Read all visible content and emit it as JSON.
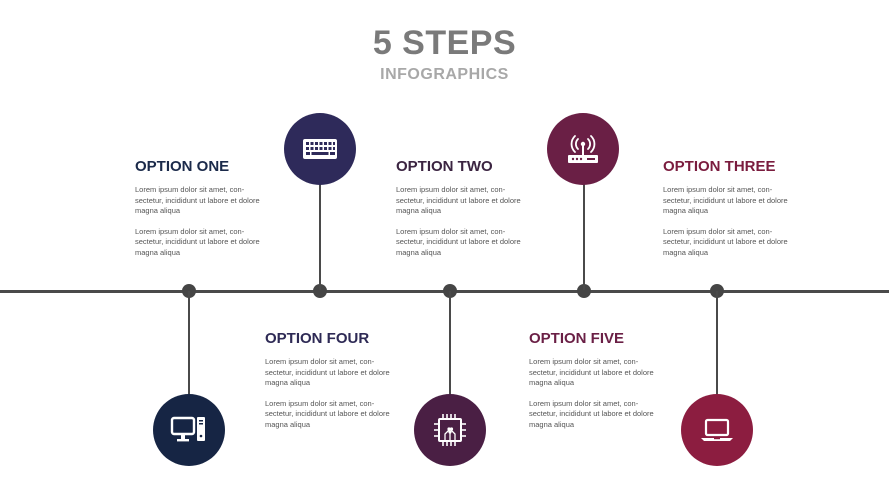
{
  "header": {
    "title": "5 STEPS",
    "subtitle": "INFOGRAPHICS"
  },
  "options": [
    {
      "title": "OPTION ONE",
      "color": "#1b2a4a",
      "para1": "Lorem ipsum dolor sit amet, con-sectetur, incididunt ut labore et dolore magna aliqua",
      "para2": "Lorem ipsum dolor sit amet, con-sectetur, incididunt ut labore et dolore magna aliqua"
    },
    {
      "title": "OPTION TWO",
      "color": "#3b2441",
      "para1": "Lorem ipsum dolor sit amet, con-sectetur, incididunt ut labore et dolore magna aliqua",
      "para2": "Lorem ipsum dolor sit amet, con-sectetur, incididunt ut labore et dolore magna aliqua"
    },
    {
      "title": "OPTION THREE",
      "color": "#7a1c3e",
      "para1": "Lorem ipsum dolor sit amet, con-sectetur, incididunt ut labore et dolore magna aliqua",
      "para2": "Lorem ipsum dolor sit amet, con-sectetur, incididunt ut labore et dolore magna aliqua"
    },
    {
      "title": "OPTION FOUR",
      "color": "#2e2a55",
      "para1": "Lorem ipsum dolor sit amet, con-sectetur, incididunt ut labore et dolore magna aliqua",
      "para2": "Lorem ipsum dolor sit amet, con-sectetur, incididunt ut labore et dolore magna aliqua"
    },
    {
      "title": "OPTION FIVE",
      "color": "#6a1f45",
      "para1": "Lorem ipsum dolor sit amet, con-sectetur, incididunt ut labore et dolore magna aliqua",
      "para2": "Lorem ipsum dolor sit amet, con-sectetur, incididunt ut labore et dolore magna aliqua"
    }
  ],
  "icons": [
    {
      "name": "desktop-computer-icon",
      "color": "#162544"
    },
    {
      "name": "keyboard-icon",
      "color": "#2e2a5a"
    },
    {
      "name": "microchip-icon",
      "color": "#4a1f44"
    },
    {
      "name": "wifi-router-icon",
      "color": "#6a1f45"
    },
    {
      "name": "laptop-icon",
      "color": "#8c1d40"
    }
  ]
}
